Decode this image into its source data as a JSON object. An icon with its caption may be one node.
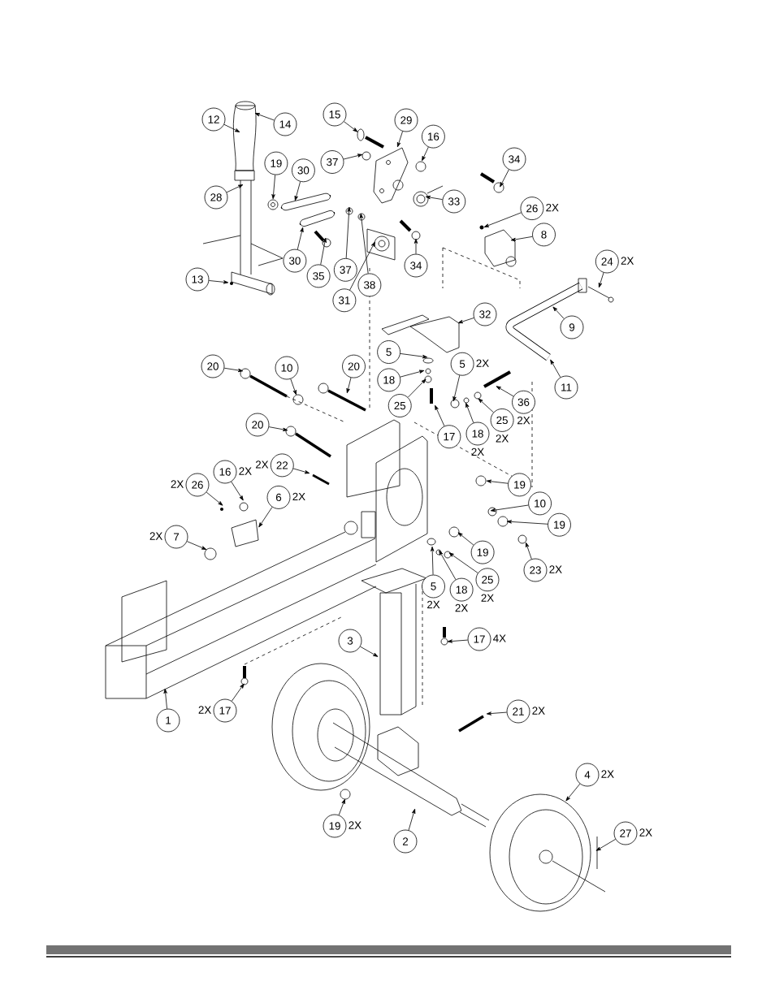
{
  "diagram": {
    "nodes": [
      {
        "text": [
          "12"
        ]
      },
      {
        "text": [
          "14"
        ]
      },
      {
        "text": [
          "15"
        ]
      },
      {
        "text": [
          "29"
        ]
      },
      {
        "text": [
          "16"
        ]
      },
      {
        "text": [
          "37"
        ]
      },
      {
        "text": [
          "34"
        ]
      },
      {
        "text": [
          "19"
        ]
      },
      {
        "text": [
          "30"
        ]
      },
      {
        "text": [
          "28"
        ]
      },
      {
        "text": [
          "33"
        ]
      },
      {
        "text": [
          "26"
        ],
        "beside": [
          "2X"
        ]
      },
      {
        "text": [
          "37"
        ]
      },
      {
        "text": [
          "8"
        ]
      },
      {
        "text": [
          "38"
        ]
      },
      {
        "text": [
          "30"
        ]
      },
      {
        "text": [
          "31"
        ]
      },
      {
        "text": [
          "34"
        ]
      },
      {
        "text": [
          "24"
        ],
        "beside": [
          "2X"
        ]
      },
      {
        "text": [
          "35"
        ]
      },
      {
        "text": [
          "13"
        ]
      },
      {
        "text": [
          "32"
        ]
      },
      {
        "text": [
          "9"
        ]
      },
      {
        "text": [
          "5"
        ]
      },
      {
        "text": [
          "20"
        ]
      },
      {
        "text": [
          "10"
        ]
      },
      {
        "text": [
          "20"
        ]
      },
      {
        "text": [
          "5"
        ],
        "beside": [
          "2X"
        ]
      },
      {
        "text": [
          "18"
        ]
      },
      {
        "text": [
          "11"
        ]
      },
      {
        "text": [
          "25"
        ]
      },
      {
        "text": [
          "36"
        ],
        "beside": [
          "2X"
        ]
      },
      {
        "text": [
          "25"
        ],
        "beside": [
          "2X"
        ]
      },
      {
        "text": [
          "17"
        ]
      },
      {
        "text": [
          "20"
        ]
      },
      {
        "text": [
          "18"
        ],
        "beside": [
          "2X"
        ]
      },
      {
        "text": [
          "22"
        ],
        "beside": [
          "2X"
        ]
      },
      {
        "text": [
          "16"
        ],
        "beside": [
          "2X"
        ]
      },
      {
        "text": [
          "26"
        ],
        "beside": [
          "2X"
        ]
      },
      {
        "text": [
          "19"
        ]
      },
      {
        "text": [
          "6"
        ],
        "beside": [
          "2X"
        ]
      },
      {
        "text": [
          "10"
        ]
      },
      {
        "text": [
          "19"
        ]
      },
      {
        "text": [
          "7"
        ],
        "beside": [
          "2X"
        ]
      },
      {
        "text": [
          "19"
        ]
      },
      {
        "text": [
          "23"
        ],
        "beside": [
          "2X"
        ]
      },
      {
        "text": [
          "25"
        ],
        "beside": [
          "2X"
        ]
      },
      {
        "text": [
          "5"
        ],
        "beside": [
          "2X"
        ]
      },
      {
        "text": [
          "18"
        ],
        "beside": [
          "2X"
        ]
      },
      {
        "text": [
          "17"
        ],
        "beside": [
          "4X"
        ]
      },
      {
        "text": [
          "3"
        ]
      },
      {
        "text": [
          "21"
        ],
        "beside": [
          "2X"
        ]
      },
      {
        "text": [
          "17"
        ],
        "beside": [
          "2X"
        ]
      },
      {
        "text": [
          "1"
        ]
      },
      {
        "text": [
          "4"
        ],
        "beside": [
          "2X"
        ]
      },
      {
        "text": [
          "19"
        ],
        "beside": [
          "2X"
        ]
      },
      {
        "text": [
          "2"
        ]
      },
      {
        "text": [
          "27"
        ],
        "beside": [
          "2X"
        ]
      }
    ],
    "edges": [
      {
        "from": 0,
        "to": null,
        "arrow": "to"
      },
      {
        "from": 1,
        "to": null,
        "arrow": "to"
      },
      {
        "from": 2,
        "to": null,
        "arrow": "to"
      },
      {
        "from": 3,
        "to": null,
        "arrow": "to"
      },
      {
        "from": 4,
        "to": null,
        "arrow": "to"
      },
      {
        "from": 5,
        "to": null,
        "arrow": "to"
      },
      {
        "from": 6,
        "to": null,
        "arrow": "to"
      },
      {
        "from": 7,
        "to": null,
        "arrow": "to"
      },
      {
        "from": 8,
        "to": null,
        "arrow": "to"
      },
      {
        "from": 9,
        "to": null,
        "arrow": "to"
      },
      {
        "from": 10,
        "to": null,
        "arrow": "to"
      },
      {
        "from": 11,
        "to": null,
        "arrow": "to"
      },
      {
        "from": 12,
        "to": null,
        "arrow": "to"
      },
      {
        "from": 13,
        "to": null,
        "arrow": "to"
      },
      {
        "from": 14,
        "to": null,
        "arrow": "to"
      },
      {
        "from": 15,
        "to": null,
        "arrow": "to"
      },
      {
        "from": 16,
        "to": null,
        "arrow": "to"
      },
      {
        "from": 17,
        "to": null,
        "arrow": "to"
      },
      {
        "from": 18,
        "to": null,
        "arrow": "to"
      },
      {
        "from": 19,
        "to": null,
        "arrow": "to"
      },
      {
        "from": 20,
        "to": null,
        "arrow": "to"
      },
      {
        "from": 21,
        "to": null,
        "arrow": "to"
      },
      {
        "from": 22,
        "to": null,
        "arrow": "to"
      },
      {
        "from": 23,
        "to": null,
        "arrow": "to"
      },
      {
        "from": 24,
        "to": null,
        "arrow": "to"
      },
      {
        "from": 25,
        "to": null,
        "arrow": "to"
      },
      {
        "from": 26,
        "to": null,
        "arrow": "to"
      },
      {
        "from": 27,
        "to": null,
        "arrow": "to"
      },
      {
        "from": 28,
        "to": null,
        "arrow": "to"
      },
      {
        "from": 29,
        "to": null,
        "arrow": "to"
      },
      {
        "from": 30,
        "to": null,
        "arrow": "to"
      },
      {
        "from": 31,
        "to": null,
        "arrow": "to"
      },
      {
        "from": 32,
        "to": null,
        "arrow": "to"
      },
      {
        "from": 33,
        "to": null,
        "arrow": "to"
      },
      {
        "from": 34,
        "to": null,
        "arrow": "to"
      },
      {
        "from": 35,
        "to": null,
        "arrow": "to"
      },
      {
        "from": 36,
        "to": null,
        "arrow": "to"
      },
      {
        "from": 37,
        "to": null,
        "arrow": "to"
      },
      {
        "from": 38,
        "to": null,
        "arrow": "to"
      },
      {
        "from": 39,
        "to": null,
        "arrow": "to"
      },
      {
        "from": 40,
        "to": null,
        "arrow": "to"
      },
      {
        "from": 41,
        "to": null,
        "arrow": "to"
      },
      {
        "from": 42,
        "to": null,
        "arrow": "to"
      },
      {
        "from": 43,
        "to": null,
        "arrow": "to"
      },
      {
        "from": 44,
        "to": null,
        "arrow": "to"
      },
      {
        "from": 45,
        "to": null,
        "arrow": "to"
      },
      {
        "from": 46,
        "to": null,
        "arrow": "to"
      },
      {
        "from": 47,
        "to": null,
        "arrow": "to"
      },
      {
        "from": 48,
        "to": null,
        "arrow": "to"
      },
      {
        "from": 49,
        "to": null,
        "arrow": "to"
      },
      {
        "from": 50,
        "to": null,
        "arrow": "to"
      },
      {
        "from": 51,
        "to": null,
        "arrow": "to"
      },
      {
        "from": 52,
        "to": null,
        "arrow": "to"
      },
      {
        "from": 53,
        "to": null,
        "arrow": "to"
      },
      {
        "from": 54,
        "to": null,
        "arrow": "to"
      },
      {
        "from": 55,
        "to": null,
        "arrow": "to"
      },
      {
        "from": 56,
        "to": null,
        "arrow": "to"
      },
      {
        "from": 57,
        "to": null,
        "arrow": "to"
      }
    ]
  }
}
